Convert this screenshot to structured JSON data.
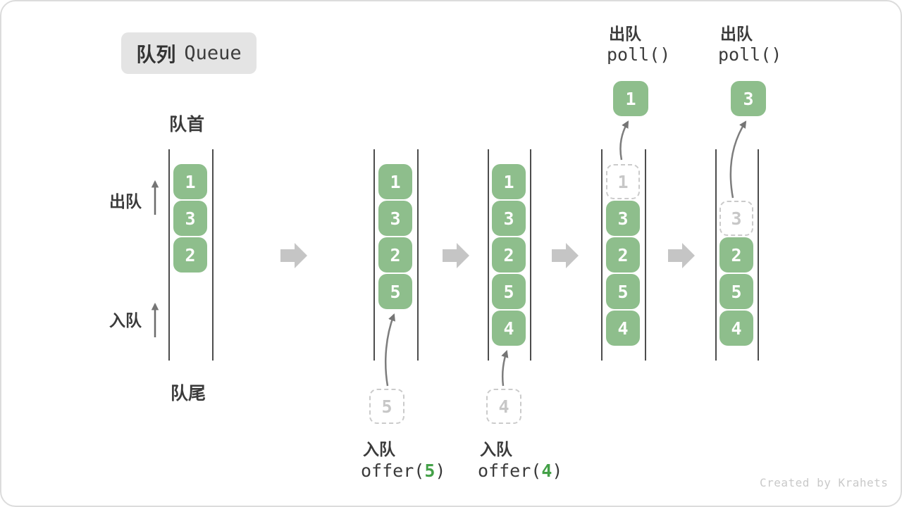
{
  "title": {
    "zh": "队列",
    "en": "Queue"
  },
  "labels": {
    "front": "队首",
    "rear": "队尾",
    "dequeue_side": "出队",
    "enqueue_side": "入队"
  },
  "colors": {
    "element_green": "#8ebe8c",
    "code_arg_green": "#43a047",
    "dashed_gray": "#cbcbcb",
    "text_dark": "#3b3b3b",
    "block_arrow_gray": "#c5c5c5",
    "thin_arrow_gray": "#757575",
    "badge_bg": "#e4e4e4",
    "watermark_gray": "#c9c9c9"
  },
  "states": [
    {
      "slots": [
        {
          "v": "1",
          "t": "solid"
        },
        {
          "v": "3",
          "t": "solid"
        },
        {
          "v": "2",
          "t": "solid"
        }
      ]
    },
    {
      "slots": [
        {
          "v": "1",
          "t": "solid"
        },
        {
          "v": "3",
          "t": "solid"
        },
        {
          "v": "2",
          "t": "solid"
        },
        {
          "v": "5",
          "t": "solid"
        }
      ],
      "op": {
        "type": "enqueue",
        "label": "入队",
        "code_prefix": "offer(",
        "code_arg": "5",
        "code_suffix": ")",
        "incoming": "5"
      }
    },
    {
      "slots": [
        {
          "v": "1",
          "t": "solid"
        },
        {
          "v": "3",
          "t": "solid"
        },
        {
          "v": "2",
          "t": "solid"
        },
        {
          "v": "5",
          "t": "solid"
        },
        {
          "v": "4",
          "t": "solid"
        }
      ],
      "op": {
        "type": "enqueue",
        "label": "入队",
        "code_prefix": "offer(",
        "code_arg": "4",
        "code_suffix": ")",
        "incoming": "4"
      }
    },
    {
      "slots": [
        {
          "v": "1",
          "t": "dashed"
        },
        {
          "v": "3",
          "t": "solid"
        },
        {
          "v": "2",
          "t": "solid"
        },
        {
          "v": "5",
          "t": "solid"
        },
        {
          "v": "4",
          "t": "solid"
        }
      ],
      "op": {
        "type": "dequeue",
        "label": "出队",
        "code": "poll()",
        "removed": "1"
      }
    },
    {
      "slots": [
        {
          "v": "",
          "t": "empty"
        },
        {
          "v": "3",
          "t": "dashed"
        },
        {
          "v": "2",
          "t": "solid"
        },
        {
          "v": "5",
          "t": "solid"
        },
        {
          "v": "4",
          "t": "solid"
        }
      ],
      "op": {
        "type": "dequeue",
        "label": "出队",
        "code": "poll()",
        "removed": "3"
      }
    }
  ],
  "watermark": "Created by Krahets"
}
